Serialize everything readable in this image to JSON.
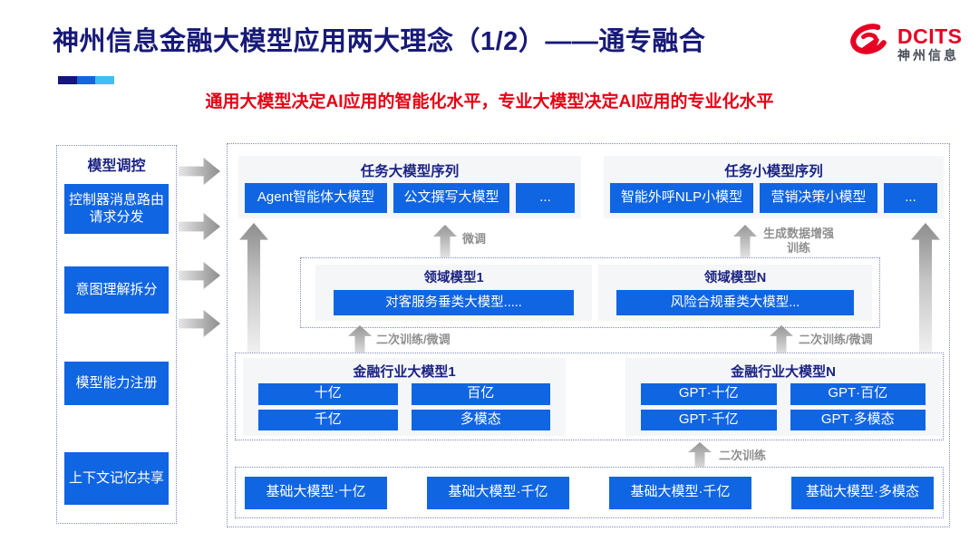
{
  "header": {
    "title": "神州信息金融大模型应用两大理念（1/2）——通专融合",
    "subtitle": "通用大模型决定AI应用的智能化水平，专业大模型决定AI应用的专业化水平",
    "logo_brand": "DCITS",
    "logo_brand_cn": "神州信息"
  },
  "colors": {
    "accent_blue": "#1065e2",
    "title_navy": "#181a78",
    "subtitle_red": "#e60014",
    "deco_dark": "#15157d",
    "deco_mid": "#1565e0",
    "deco_light": "#3fc0f0",
    "arrow_gray": "#8f8f8f"
  },
  "sidebar": {
    "title": "模型调控",
    "items": [
      "控制器消息路由请求分发",
      "意图理解拆分",
      "模型能力注册",
      "上下文记忆共享"
    ]
  },
  "diagram": {
    "task_large_title": "任务大模型序列",
    "task_large_items": [
      "Agent智能体大模型",
      "公文撰写大模型",
      "..."
    ],
    "task_small_title": "任务小模型序列",
    "task_small_items": [
      "智能外呼NLP小模型",
      "营销决策小模型",
      "..."
    ],
    "domain_groups": [
      {
        "title": "领域模型1",
        "item": "对客服务垂类大模型....."
      },
      {
        "title": "领域模型N",
        "item": "风险合规垂类大模型..."
      }
    ],
    "industry_groups": [
      {
        "title": "金融行业大模型1",
        "items": [
          "十亿",
          "百亿",
          "千亿",
          "多模态"
        ]
      },
      {
        "title": "金融行业大模型N",
        "items": [
          "GPT·十亿",
          "GPT·百亿",
          "GPT·千亿",
          "GPT·多模态"
        ]
      }
    ],
    "base_items": [
      "基础大模型·十亿",
      "基础大模型·千亿",
      "基础大模型·千亿",
      "基础大模型·多模态"
    ],
    "labels": {
      "fine_tune": "微调",
      "gen_data_train": "生成数据增强训练",
      "retrain_ft": "二次训练/微调",
      "retrain": "二次训练"
    }
  }
}
